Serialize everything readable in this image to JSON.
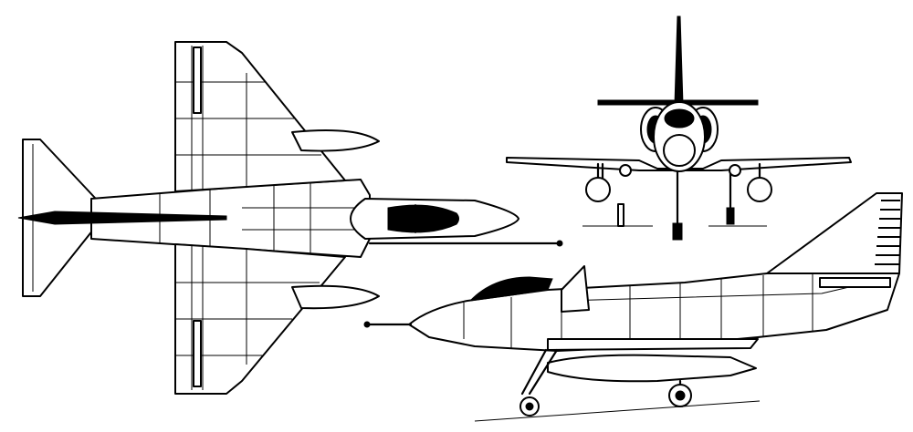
{
  "figure": {
    "views": [
      {
        "id": "plan",
        "label": ""
      },
      {
        "id": "front",
        "label": ""
      },
      {
        "id": "side",
        "label": ""
      }
    ]
  }
}
